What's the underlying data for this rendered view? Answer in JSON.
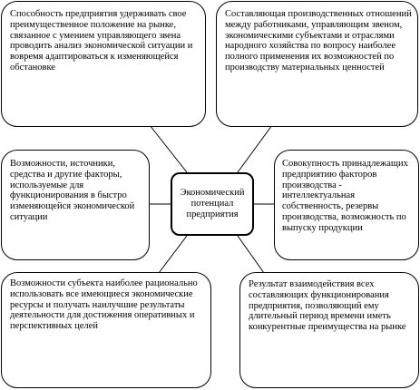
{
  "center": {
    "text": "Экономический потенциал предприятия"
  },
  "boxes": {
    "top_left": "Способность предприятия удерживать свое преимущественное положение на рынке, связанное с умением управляющего звена проводить анализ экономической ситуации и вовремя адаптироваться к изменяющейся обстановке",
    "top_right": "Составляющая производственных отношений между работниками, управляющим звеном, экономическими субъектами и отраслями народного хозяйства по вопросу наиболее полного применения их возможностей по производству материальных ценностей",
    "mid_left": "Возможности, источники, средства и другие факторы, используемые для функционирования в быстро изменяющейся экономической ситуации",
    "mid_right": "Совокупность принадлежащих предприятию факторов производства - интеллектуальная собственность, резервы производства, возможность по выпуску продукции",
    "bottom_left": "Возможности субъекта наиболее рационально использовать все имеющиеся экономические ресурсы и получать наилучшие результаты деятельности для достижения оперативных и перспективных целей",
    "bottom_right": "Результат взаимодействия всех составляющих функционирования предприятия, позволяющий ему длительный период времени иметь конкурентные преимущества на рынке"
  },
  "colors": {
    "line": "#000000",
    "background": "#ffffff"
  }
}
